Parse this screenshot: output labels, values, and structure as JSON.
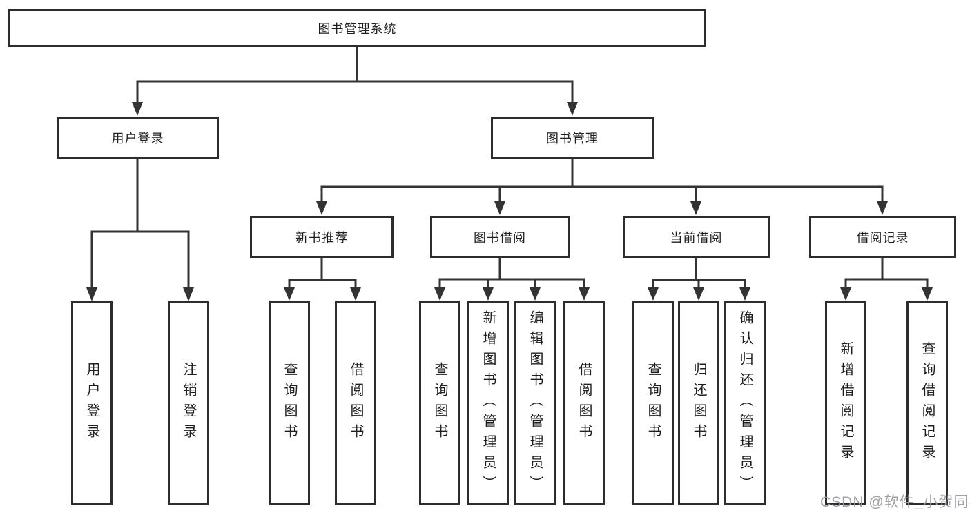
{
  "colors": {
    "line": "#333333",
    "box_border": "#2d2d2d",
    "text": "#1f1f1f",
    "watermark": "#9b9ba1",
    "background": "#ffffff"
  },
  "watermark": {
    "text": "CSDN @软件_小贺同学"
  },
  "tree": {
    "label": "图书管理系统",
    "children": [
      {
        "label": "用户登录",
        "children": [
          {
            "label": "用户登录"
          },
          {
            "label": "注销登录"
          }
        ]
      },
      {
        "label": "图书管理",
        "children": [
          {
            "label": "新书推荐",
            "children": [
              {
                "label": "查询图书"
              },
              {
                "label": "借阅图书"
              }
            ]
          },
          {
            "label": "图书借阅",
            "children": [
              {
                "label": "查询图书"
              },
              {
                "label": "新增图书（管理员）"
              },
              {
                "label": "编辑图书（管理员）"
              },
              {
                "label": "借阅图书"
              }
            ]
          },
          {
            "label": "当前借阅",
            "children": [
              {
                "label": "查询图书"
              },
              {
                "label": "归还图书"
              },
              {
                "label": "确认归还（管理员）"
              }
            ]
          },
          {
            "label": "借阅记录",
            "children": [
              {
                "label": "新增借阅记录"
              },
              {
                "label": "查询借阅记录"
              }
            ]
          }
        ]
      }
    ]
  }
}
